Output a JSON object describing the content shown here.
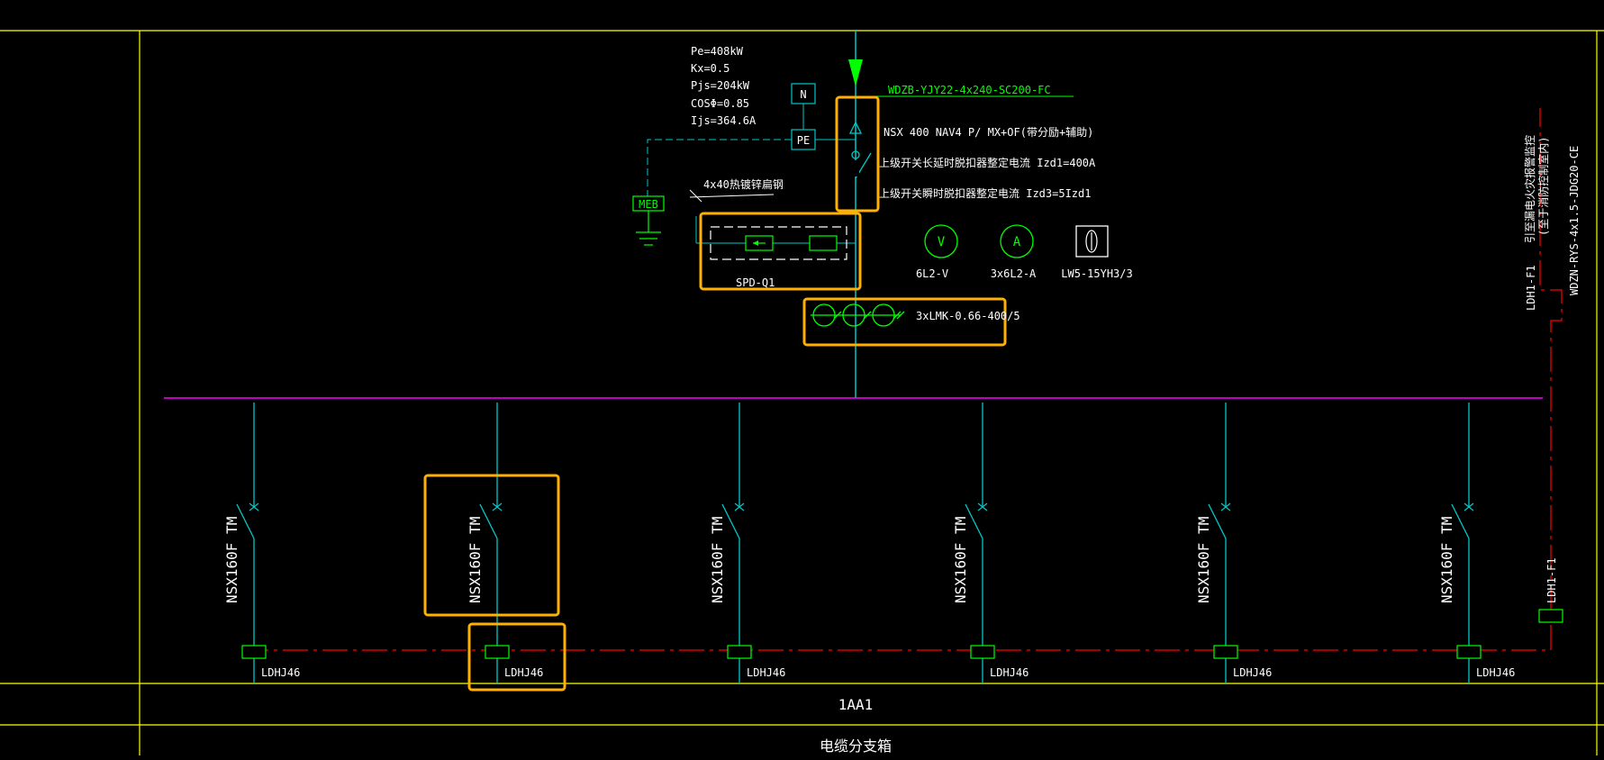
{
  "colors": {
    "background": "#000000",
    "frame": "#ffff00",
    "cyan": "#00c8c8",
    "green": "#00ff00",
    "magenta": "#ff00ff",
    "red": "#ff0000",
    "white": "#ffffff",
    "highlight": "#ffb000"
  },
  "incoming": {
    "load_params": [
      "Pe=408kW",
      "Kx=0.5",
      "Pjs=204kW",
      "COSΦ=0.85",
      "Ijs=364.6A"
    ],
    "cable_label": "WDZB-YJY22-4x240-SC200-FC",
    "breaker_model": "NSX 400  NAV4 P/ MX+OF(带分励+辅助)",
    "breaker_setting_long": "上级开关长延时脱扣器整定电流 Izd1=400A",
    "breaker_setting_short": "上级开关瞬时脱扣器整定电流 Izd3=5Izd1",
    "terminal_n": "N",
    "terminal_pe": "PE",
    "meb_label": "MEB",
    "ground_conductor_label": "4x40热镀锌扁钢",
    "spd_label": "SPD-Q1",
    "ct_label": "3xLMK-0.66-400/5"
  },
  "meters": [
    {
      "symbol": "V",
      "label": "6L2-V"
    },
    {
      "symbol": "A",
      "label": "3x6L2-A"
    },
    {
      "symbol": "",
      "label": "LW5-15YH3/3"
    }
  ],
  "outgoing": [
    {
      "breaker": "NSX160F TM",
      "leakage_unit": "LDHJ46"
    },
    {
      "breaker": "NSX160F TM",
      "leakage_unit": "LDHJ46"
    },
    {
      "breaker": "NSX160F TM",
      "leakage_unit": "LDHJ46"
    },
    {
      "breaker": "NSX160F TM",
      "leakage_unit": "LDHJ46"
    },
    {
      "breaker": "NSX160F TM",
      "leakage_unit": "LDHJ46"
    },
    {
      "breaker": "NSX160F TM",
      "leakage_unit": "LDHJ46"
    }
  ],
  "monitor": {
    "device_label": "LDH1-F1",
    "device_label_lower": "LDH1-F1",
    "note_line1": "引至漏电火灾报警监控",
    "note_line2": "(至于消防控制室内)",
    "cable_label": "WDZN-RYS-4x1.5-JDG20-CE"
  },
  "title_block": {
    "panel_id": "1AA1",
    "panel_name": "电缆分支箱"
  }
}
